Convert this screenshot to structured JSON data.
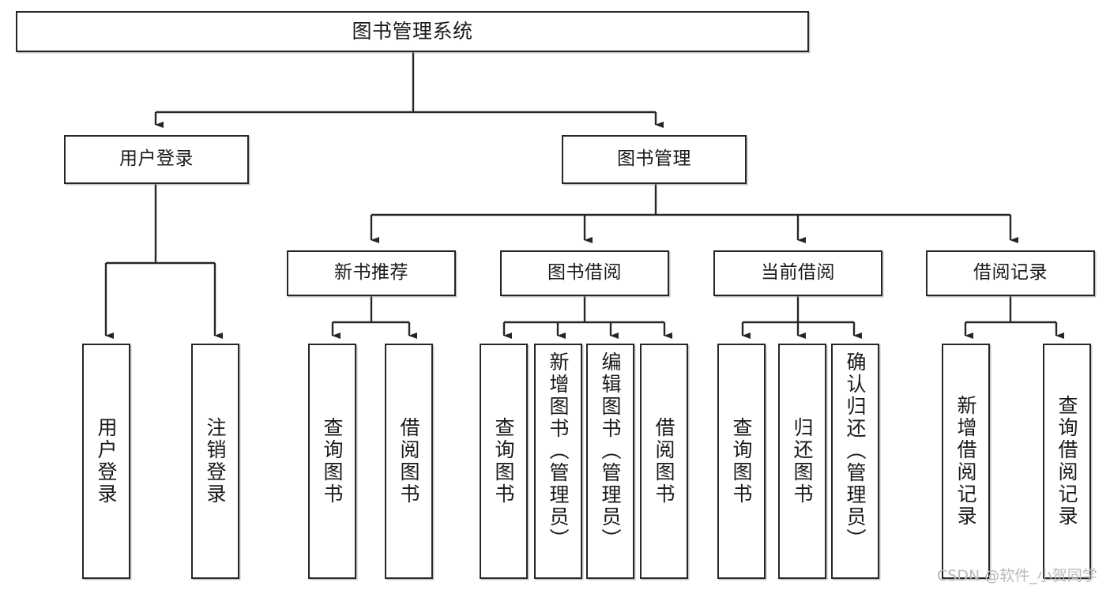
{
  "diagram": {
    "type": "tree",
    "title": "图书管理系统",
    "root": {
      "id": "root",
      "label": "图书管理系统",
      "level": 1
    },
    "nodes": [
      {
        "id": "n-user-login",
        "label": "用户登录",
        "level": 2,
        "parent": "root"
      },
      {
        "id": "n-book-manage",
        "label": "图书管理",
        "level": 2,
        "parent": "root"
      },
      {
        "id": "n-new-book-rec",
        "label": "新书推荐",
        "level": 3,
        "parent": "n-book-manage"
      },
      {
        "id": "n-book-borrow",
        "label": "图书借阅",
        "level": 3,
        "parent": "n-book-manage"
      },
      {
        "id": "n-current-borrow",
        "label": "当前借阅",
        "level": 3,
        "parent": "n-book-manage"
      },
      {
        "id": "n-borrow-record",
        "label": "借阅记录",
        "level": 3,
        "parent": "n-book-manage"
      },
      {
        "id": "l-user-login",
        "label": "用户登录",
        "level": 4,
        "parent": "n-user-login"
      },
      {
        "id": "l-user-logout",
        "label": "注销登录",
        "level": 4,
        "parent": "n-user-login"
      },
      {
        "id": "l-rec-query-book",
        "label": "查询图书",
        "level": 4,
        "parent": "n-new-book-rec"
      },
      {
        "id": "l-rec-borrow-book",
        "label": "借阅图书",
        "level": 4,
        "parent": "n-new-book-rec"
      },
      {
        "id": "l-bb-query-book",
        "label": "查询图书",
        "level": 4,
        "parent": "n-book-borrow"
      },
      {
        "id": "l-bb-add-book",
        "label": "新增图书（管理员）",
        "level": 4,
        "parent": "n-book-borrow"
      },
      {
        "id": "l-bb-edit-book",
        "label": "编辑图书（管理员）",
        "level": 4,
        "parent": "n-book-borrow"
      },
      {
        "id": "l-bb-borrow-book",
        "label": "借阅图书",
        "level": 4,
        "parent": "n-book-borrow"
      },
      {
        "id": "l-cb-query-book",
        "label": "查询图书",
        "level": 4,
        "parent": "n-current-borrow"
      },
      {
        "id": "l-cb-return-book",
        "label": "归还图书",
        "level": 4,
        "parent": "n-current-borrow"
      },
      {
        "id": "l-cb-confirm-return",
        "label": "确认归还（管理员）",
        "level": 4,
        "parent": "n-current-borrow"
      },
      {
        "id": "l-br-add-record",
        "label": "新增借阅记录",
        "level": 4,
        "parent": "n-borrow-record"
      },
      {
        "id": "l-br-query-record",
        "label": "查询借阅记录",
        "level": 4,
        "parent": "n-borrow-record"
      }
    ]
  },
  "watermark": {
    "text": "CSDN @软件_小贺同学"
  },
  "colors": {
    "stroke": "#262626",
    "text": "#1a1a1a",
    "background": "#ffffff",
    "watermark": "#b9b9b9"
  }
}
